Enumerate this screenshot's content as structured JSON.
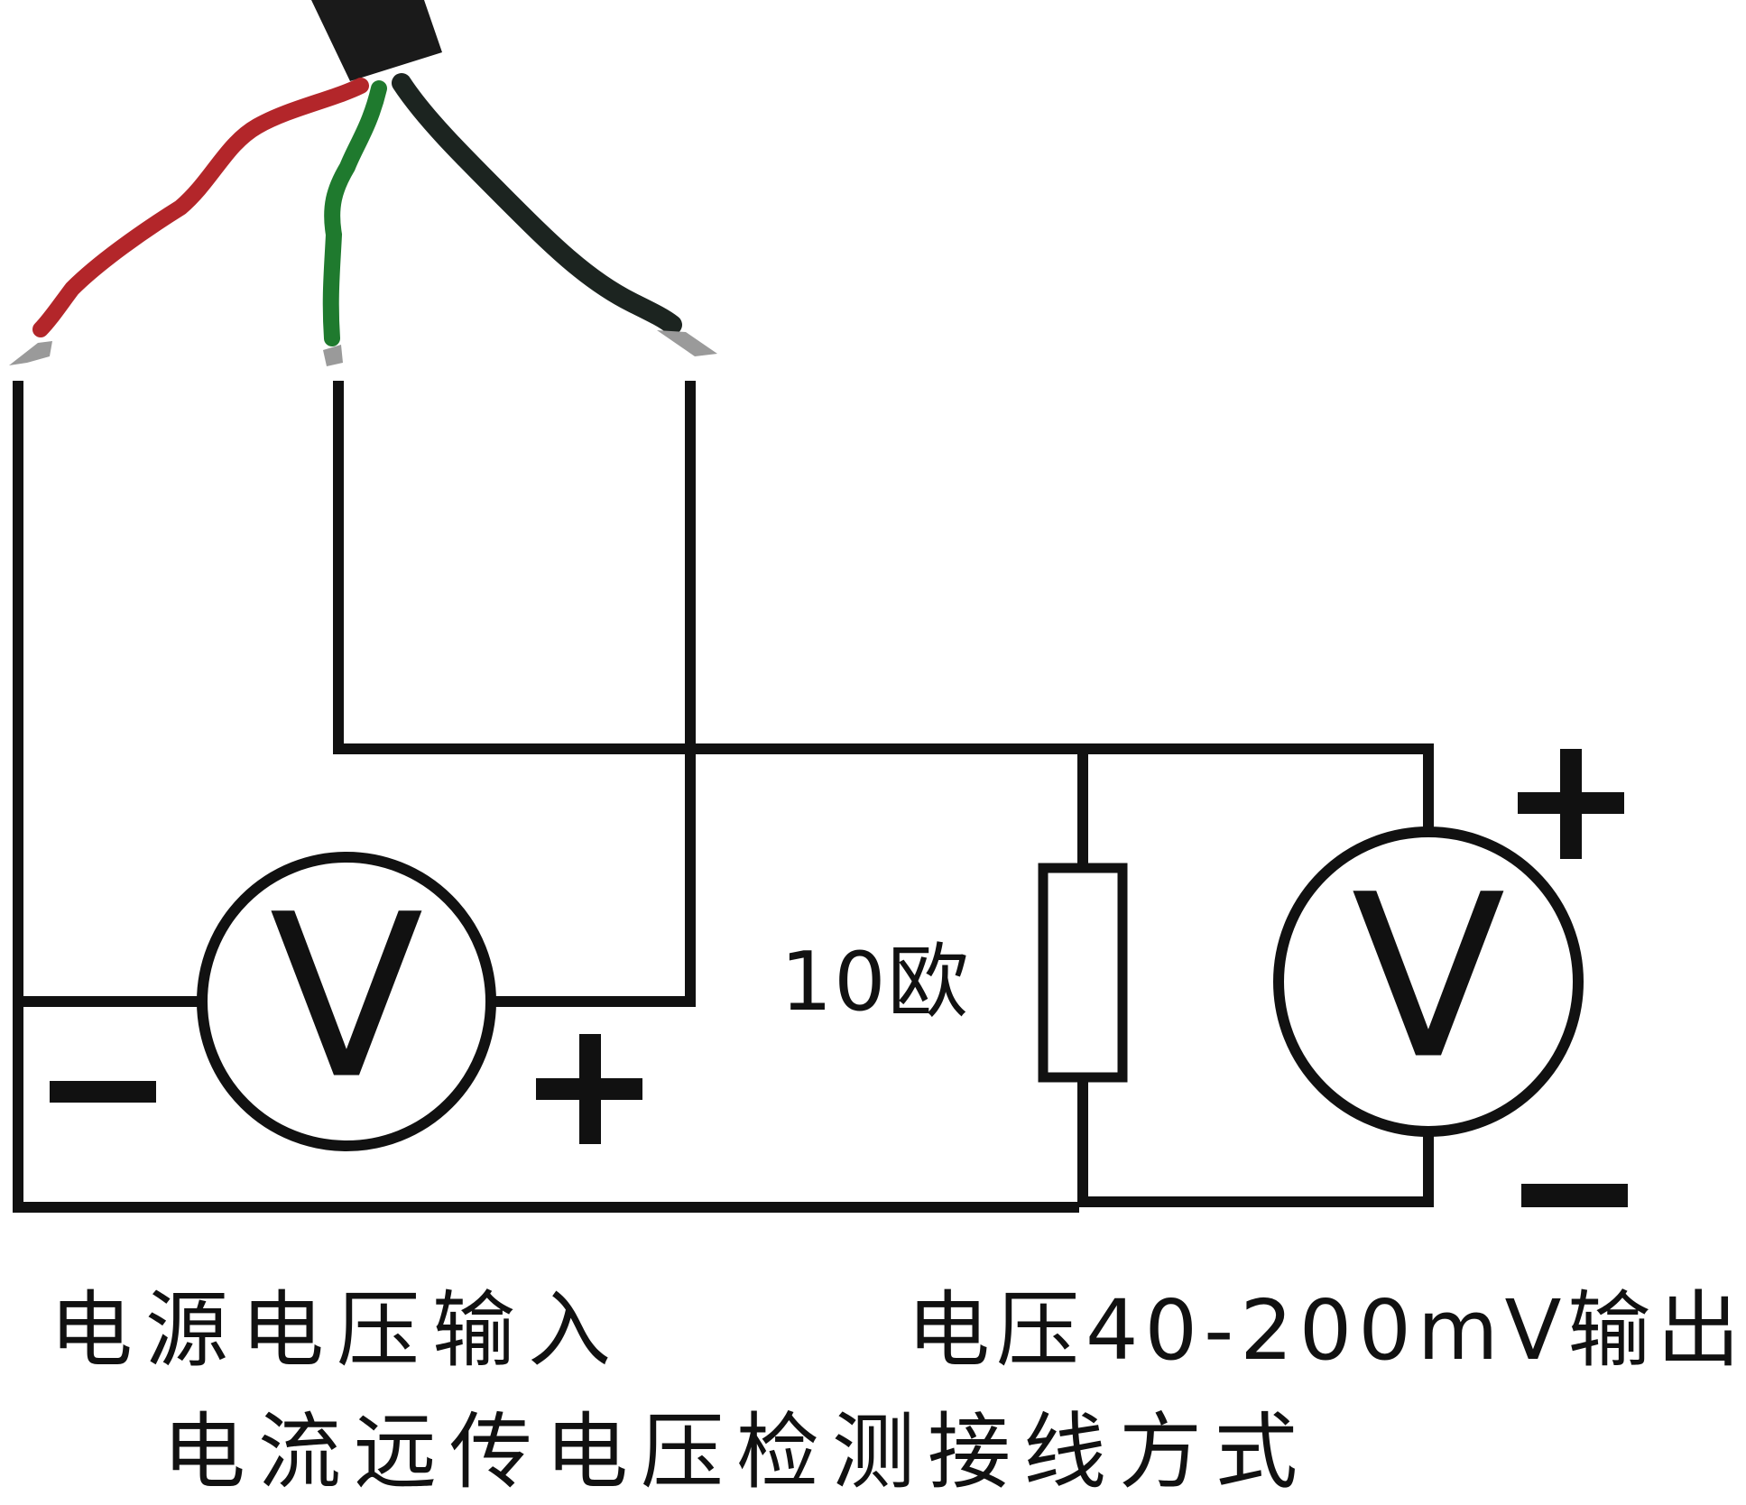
{
  "colors": {
    "line": "#111111",
    "background": "#ffffff",
    "wire_red": "#b3262a",
    "wire_green": "#1f7a2e",
    "wire_black": "#1c2420",
    "cable_jacket": "#1a1a1a",
    "wire_tip": "#9a9a9a"
  },
  "meters": {
    "input": {
      "symbol": "V",
      "neg": "−",
      "pos": "+"
    },
    "output": {
      "symbol": "V",
      "neg": "−",
      "pos": "+"
    }
  },
  "labels": {
    "resistor": "10欧",
    "input": "电源电压输入",
    "output": "电压40-200mV输出",
    "title": "电流远传电压检测接线方式"
  },
  "icons": {
    "sensor_cable": "three-wire-cable-icon",
    "voltmeter": "voltmeter-icon",
    "resistor": "resistor-icon"
  }
}
